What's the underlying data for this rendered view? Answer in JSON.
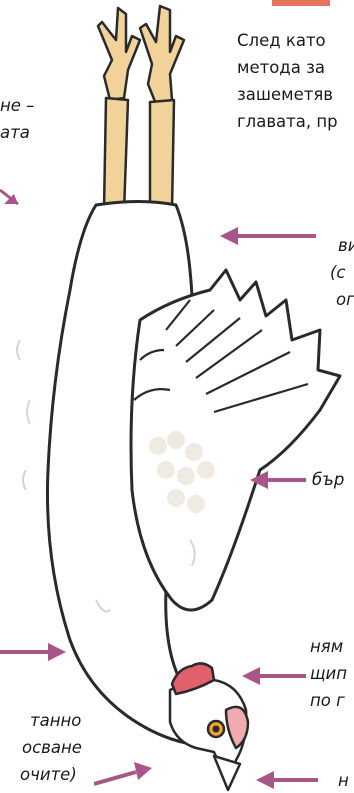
{
  "top_accent_color": "#e8745f",
  "arrow_color": "#a8568a",
  "intro": {
    "line1": "След като",
    "line2": "метода за",
    "line3": "зашеметяв",
    "line4": "главата, пр"
  },
  "left_top_note": {
    "line1": "не –",
    "line2": "ата"
  },
  "right_note_1": {
    "line1": "ви",
    "line2": "(с",
    "line3": "ог"
  },
  "right_note_2": "бър",
  "right_note_3": {
    "line1": "ням",
    "line2": "щип",
    "line3": "по г"
  },
  "left_bottom_note": {
    "line1": "танно",
    "line2": "осване",
    "line3": "очите)"
  },
  "bottom_right_note": "н",
  "icons": [
    "arrow-icon",
    "chicken-illustration"
  ]
}
